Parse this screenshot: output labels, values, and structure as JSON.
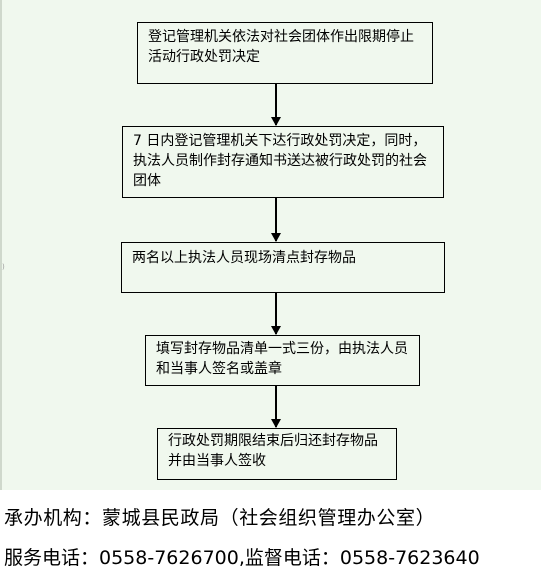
{
  "flow": {
    "steps": [
      {
        "text": "登记管理机关依法对社会团体作出限期停止活动行政处罚决定"
      },
      {
        "text": "7 日内登记管理机关下达行政处罚决定，同时，执法人员制作封存通知书送达被行政处罚的社会团体"
      },
      {
        "text": "两名以上执法人员现场清点封存物品"
      },
      {
        "text": "填写封存物品清单一式三份，由执法人员和当事人签名或盖章"
      },
      {
        "text": "行政处罚期限结束后归还封存物品并由当事人签收"
      }
    ]
  },
  "footer": {
    "organization": "承办机构：蒙城县民政局（社会组织管理办公室）",
    "phones": "服务电话：0558-7626700,监督电话：0558-7623640"
  },
  "side_mark": ")"
}
